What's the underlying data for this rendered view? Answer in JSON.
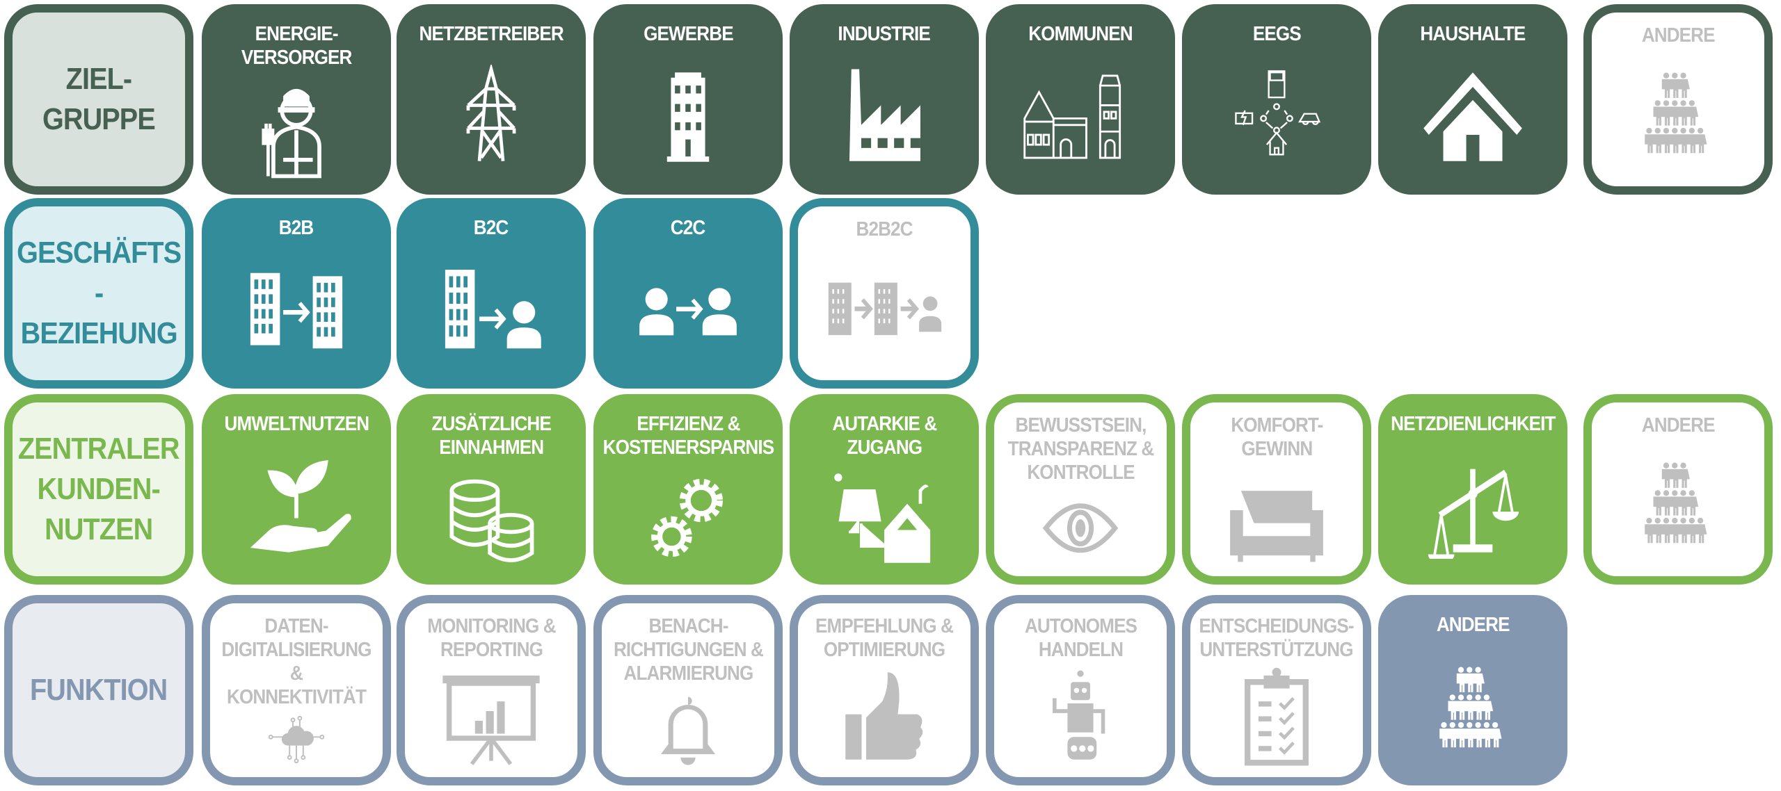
{
  "rows": [
    {
      "label": "ZIEL-\nGRUPPE",
      "colors": {
        "main": "#466151",
        "light": "#d8e1db"
      },
      "items": [
        {
          "label": "ENERGIE-\nVERSORGER",
          "icon": "worker-icon",
          "active": true
        },
        {
          "label": "NETZBETREIBER",
          "icon": "power-tower-icon",
          "active": true
        },
        {
          "label": "GEWERBE",
          "icon": "office-building-icon",
          "active": true
        },
        {
          "label": "INDUSTRIE",
          "icon": "factory-icon",
          "active": true
        },
        {
          "label": "KOMMUNEN",
          "icon": "town-icon",
          "active": true
        },
        {
          "label": "EEGS",
          "icon": "energy-community-icon",
          "active": true
        },
        {
          "label": "HAUSHALTE",
          "icon": "house-icon",
          "active": true
        },
        {
          "label": "ANDERE",
          "icon": "people-pyramid-icon",
          "active": false
        }
      ]
    },
    {
      "label": "GESCHÄFTS\n-BEZIEHUNG",
      "colors": {
        "main": "#338c9a",
        "light": "#dbeff2"
      },
      "items": [
        {
          "label": "B2B",
          "icon": "building-to-building-icon",
          "active": true
        },
        {
          "label": "B2C",
          "icon": "building-to-person-icon",
          "active": true
        },
        {
          "label": "C2C",
          "icon": "person-to-person-icon",
          "active": true
        },
        {
          "label": "B2B2C",
          "icon": "building-building-person-icon",
          "active": false
        }
      ]
    },
    {
      "label": "ZENTRALER\nKUNDEN-\nNUTZEN",
      "colors": {
        "main": "#7ab84f",
        "light": "#eef6e8"
      },
      "items": [
        {
          "label": "UMWELTNUTZEN",
          "icon": "plant-hand-icon",
          "active": true
        },
        {
          "label": "ZUSÄTZLICHE\nEINNAHMEN",
          "icon": "coins-icon",
          "active": true
        },
        {
          "label": "EFFIZIENZ &\nKOSTENERSPARNIS",
          "icon": "gears-icon",
          "active": true
        },
        {
          "label": "AUTARKIE &\nZUGANG",
          "icon": "solar-cabin-icon",
          "active": true
        },
        {
          "label": "BEWUSSTSEIN,\nTRANSPARENZ &\nKONTROLLE",
          "icon": "eye-icon",
          "active": false
        },
        {
          "label": "KOMFORT-\nGEWINN",
          "icon": "sofa-icon",
          "active": false
        },
        {
          "label": "NETZDIENLICHKEIT",
          "icon": "scale-icon",
          "active": true
        },
        {
          "label": "ANDERE",
          "icon": "people-pyramid-icon",
          "active": false
        }
      ]
    },
    {
      "label": "FUNKTION",
      "colors": {
        "main": "#8497b1",
        "light": "#e8ebf0"
      },
      "items": [
        {
          "label": "DATEN-\nDIGITALISIERUNG\n& KONNEKTIVITÄT",
          "icon": "cloud-network-icon",
          "active": false
        },
        {
          "label": "MONITORING &\nREPORTING",
          "icon": "presentation-chart-icon",
          "active": false
        },
        {
          "label": "BENACH-\nRICHTIGUNGEN &\nALARMIERUNG",
          "icon": "bell-icon",
          "active": false
        },
        {
          "label": "EMPFEHLUNG &\nOPTIMIERUNG",
          "icon": "thumbs-up-icon",
          "active": false
        },
        {
          "label": "AUTONOMES\nHANDELN",
          "icon": "robot-icon",
          "active": false
        },
        {
          "label": "ENTSCHEIDUNGS-\nUNTERSTÜTZUNG",
          "icon": "checklist-icon",
          "active": false
        },
        {
          "label": "ANDERE",
          "icon": "people-pyramid-icon",
          "active": true
        }
      ]
    }
  ],
  "inactive_color": "#bfbfbf"
}
